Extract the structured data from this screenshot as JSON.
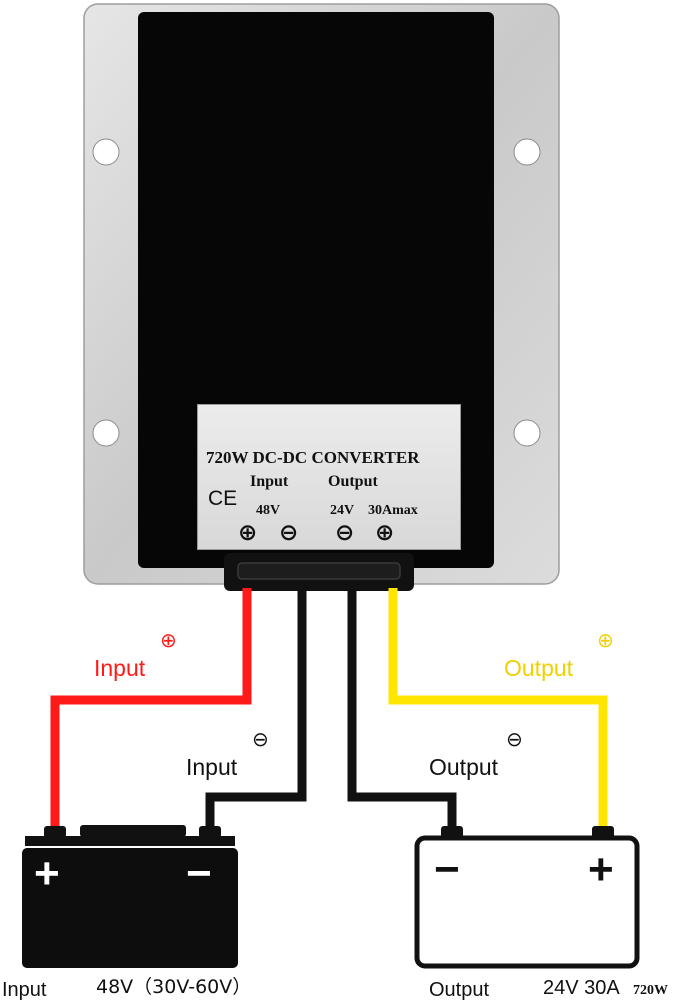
{
  "plate": {
    "title": "720W DC-DC CONVERTER",
    "ce_mark": "CE",
    "input_label": "Input",
    "output_label": "Output",
    "input_voltage": "48V",
    "output_voltage": "24V",
    "output_current": "30Amax",
    "plus_symbol": "⊕",
    "minus_symbol": "⊖"
  },
  "wires": {
    "input_positive": {
      "label": "Input",
      "symbol": "⊕",
      "color": "#ff1a1a"
    },
    "input_negative": {
      "label": "Input",
      "symbol": "⊖",
      "color": "#111111"
    },
    "output_negative": {
      "label": "Output",
      "symbol": "⊖",
      "color": "#111111"
    },
    "output_positive": {
      "label": "Output",
      "symbol": "⊕",
      "color": "#ffe600"
    }
  },
  "input_battery": {
    "plus": "+",
    "minus": "−",
    "fill": "#0d0d0d"
  },
  "output_battery": {
    "plus": "+",
    "minus": "−",
    "fill": "#ffffff"
  },
  "footer": {
    "input_label": "Input",
    "input_spec": "48V（30V-60V）",
    "output_label": "Output",
    "output_spec": "24V 30A",
    "output_power": "720W"
  }
}
